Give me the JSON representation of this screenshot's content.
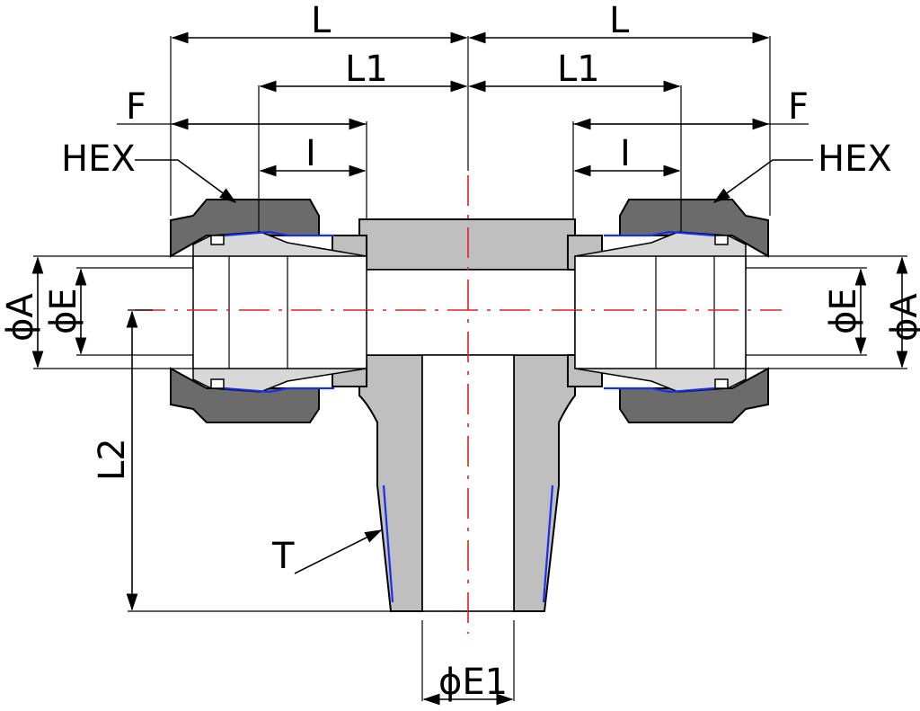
{
  "labels": {
    "L_left": "L",
    "L_right": "L",
    "L1_left": "L1",
    "L1_right": "L1",
    "F_left": "F",
    "F_right": "F",
    "I_left": "I",
    "I_right": "I",
    "HEX_left": "HEX",
    "HEX_right": "HEX",
    "phiA_left": "ϕA",
    "phiE_left": "ϕE",
    "phiE_right": "ϕE",
    "phiA_right": "ϕA",
    "L2": "L2",
    "T": "T",
    "phiE1": "ϕE1"
  },
  "colors": {
    "body": "#bfbfbf",
    "nut": "#6b6b6b",
    "centerline": "#e02020",
    "thread": "#1a2ee8"
  }
}
